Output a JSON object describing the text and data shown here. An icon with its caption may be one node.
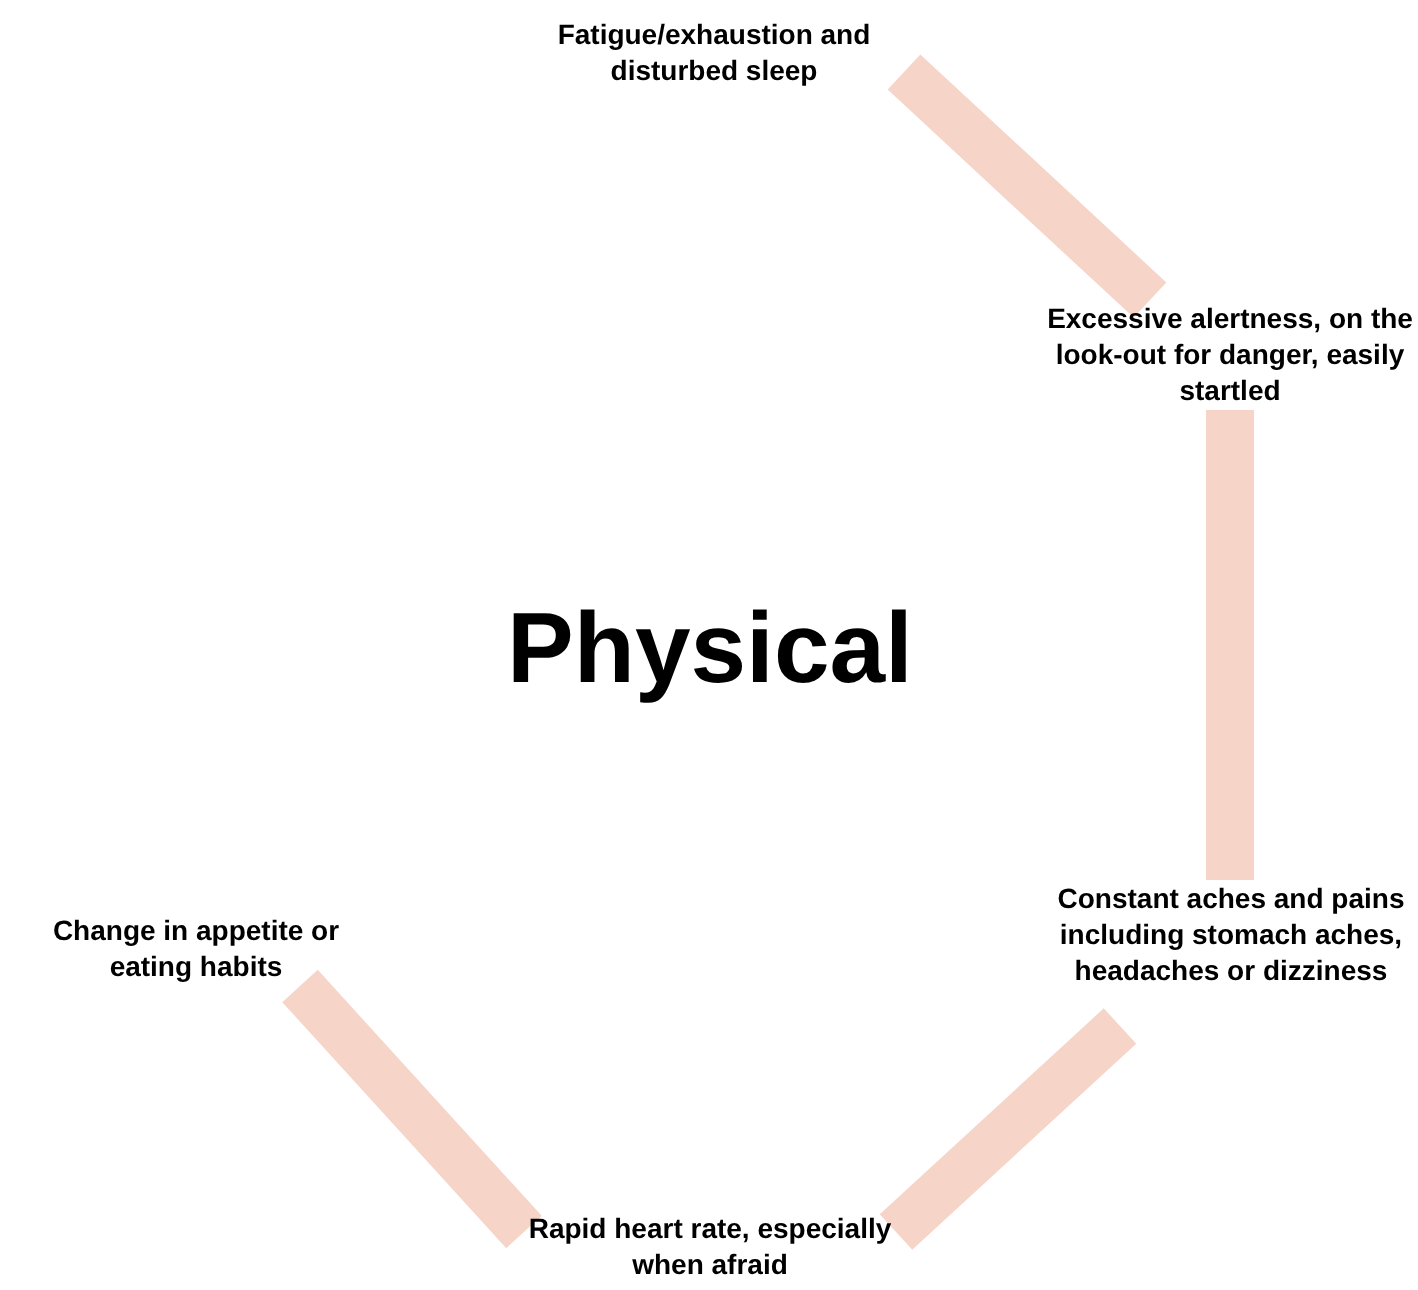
{
  "diagram": {
    "title": "Physical",
    "nodes": [
      {
        "text": [
          "Fatigue/exhaustion and disturbed sleep"
        ]
      },
      {
        "text": [
          "Excessive alertness, on the look-out for danger, easily startled"
        ]
      },
      {
        "text": [
          "Constant aches and pains including stomach aches, headaches or dizziness"
        ]
      },
      {
        "text": [
          "Rapid heart rate, especially when afraid"
        ]
      },
      {
        "text": [
          "Change in appetite or eating habits"
        ]
      }
    ],
    "edges": [
      {
        "from": 0,
        "to": 1,
        "arrow": "none"
      },
      {
        "from": 1,
        "to": 2,
        "arrow": "none"
      },
      {
        "from": 2,
        "to": 3,
        "arrow": "none"
      },
      {
        "from": 3,
        "to": 4,
        "arrow": "none"
      }
    ]
  }
}
